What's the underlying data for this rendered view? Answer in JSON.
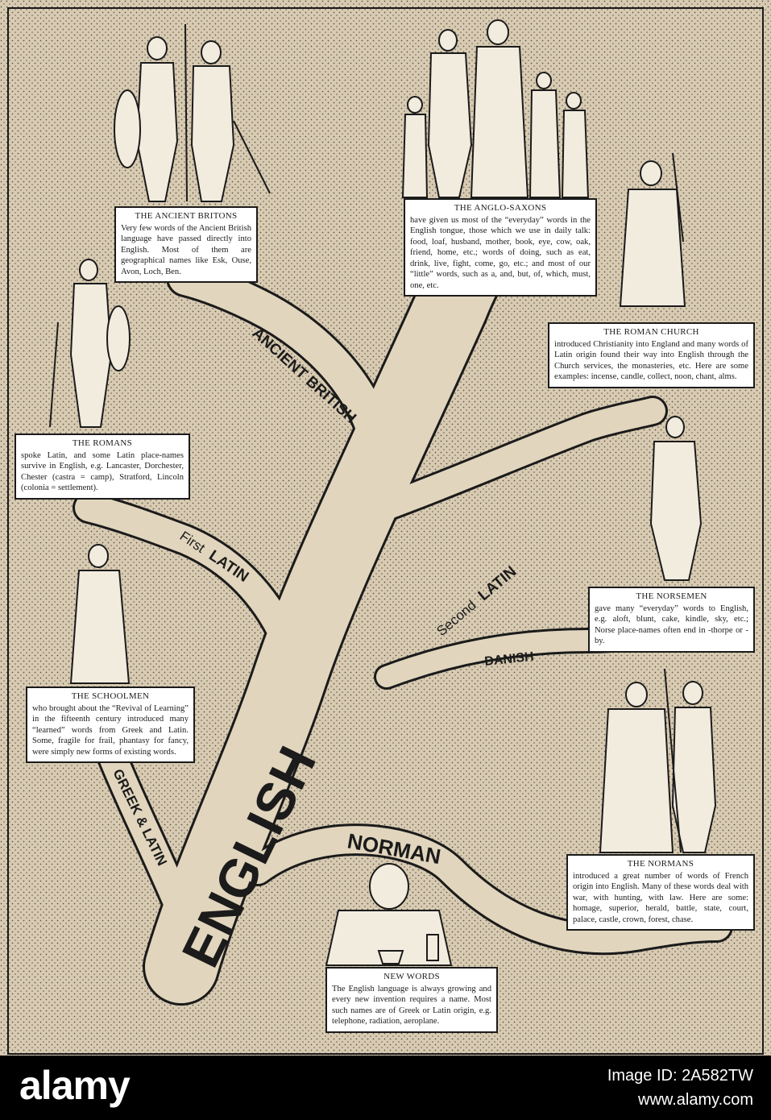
{
  "tree": {
    "trunk_label": "ENGLISH",
    "branches": [
      {
        "id": "ancient-british",
        "label": "ANCIENT BRITISH"
      },
      {
        "id": "first-latin",
        "label_small": "First",
        "label_big": "LATIN"
      },
      {
        "id": "second-latin",
        "label_small": "Second",
        "label_big": "LATIN"
      },
      {
        "id": "danish",
        "label": "DANISH"
      },
      {
        "id": "greek-latin",
        "label": "GREEK & LATIN"
      },
      {
        "id": "norman",
        "label": "NORMAN"
      }
    ]
  },
  "boxes": {
    "ancient_britons": {
      "title": "THE ANCIENT BRITONS",
      "text": "Very few words of the Ancient British language have passed directly into English. Most of them are geographical names like Esk, Ouse, Avon, Loch, Ben."
    },
    "anglo_saxons": {
      "title": "THE ANGLO-SAXONS",
      "text": "have given us most of the “everyday” words in the English tongue, those which we use in daily talk: food, loaf, husband, mother, book, eye, cow, oak, friend, home, etc.; words of doing, such as eat, drink, live, fight, come, go, etc.; and most of our “little” words, such as a, and, but, of, which, must, one, etc."
    },
    "roman_church": {
      "title": "THE ROMAN CHURCH",
      "text": "introduced Christianity into England and many words of Latin origin found their way into English through the Church services, the monasteries, etc. Here are some examples: incense, candle, collect, noon, chant, alms."
    },
    "romans": {
      "title": "THE ROMANS",
      "text": "spoke Latin, and some Latin place-names survive in English, e.g. Lancaster, Dorchester, Chester (castra = camp), Stratford, Lincoln (colonia = settlement)."
    },
    "norsemen": {
      "title": "THE NORSEMEN",
      "text": "gave many “everyday” words to English, e.g. aloft, blunt, cake, kindle, sky, etc.; Norse place-names often end in -thorpe or -by."
    },
    "schoolmen": {
      "title": "THE SCHOOLMEN",
      "text": "who brought about the “Revival of Learning” in the fifteenth century introduced many “learned” words from Greek and Latin. Some, fragile for frail, phantasy for fancy, were simply new forms of existing words."
    },
    "normans": {
      "title": "THE NORMANS",
      "text": "introduced a great number of words of French origin into English. Many of these words deal with war, with hunting, with law. Here are some: homage, superior, herald, battle, state, court, palace, castle, crown, forest, chase."
    },
    "new_words": {
      "title": "NEW WORDS",
      "text": "The English language is always growing and every new invention requires a name. Most such names are of Greek or Latin origin, e.g. telephone, radiation, aeroplane."
    }
  },
  "watermark": {
    "logo": "alamy",
    "image_id": "Image ID: 2A582TW",
    "site": "www.alamy.com"
  },
  "colors": {
    "paper": "#d8cbb2",
    "ink": "#1b1b1b",
    "branch": "#e1d5bd",
    "box": "#ffffff",
    "footer": "#000000"
  }
}
